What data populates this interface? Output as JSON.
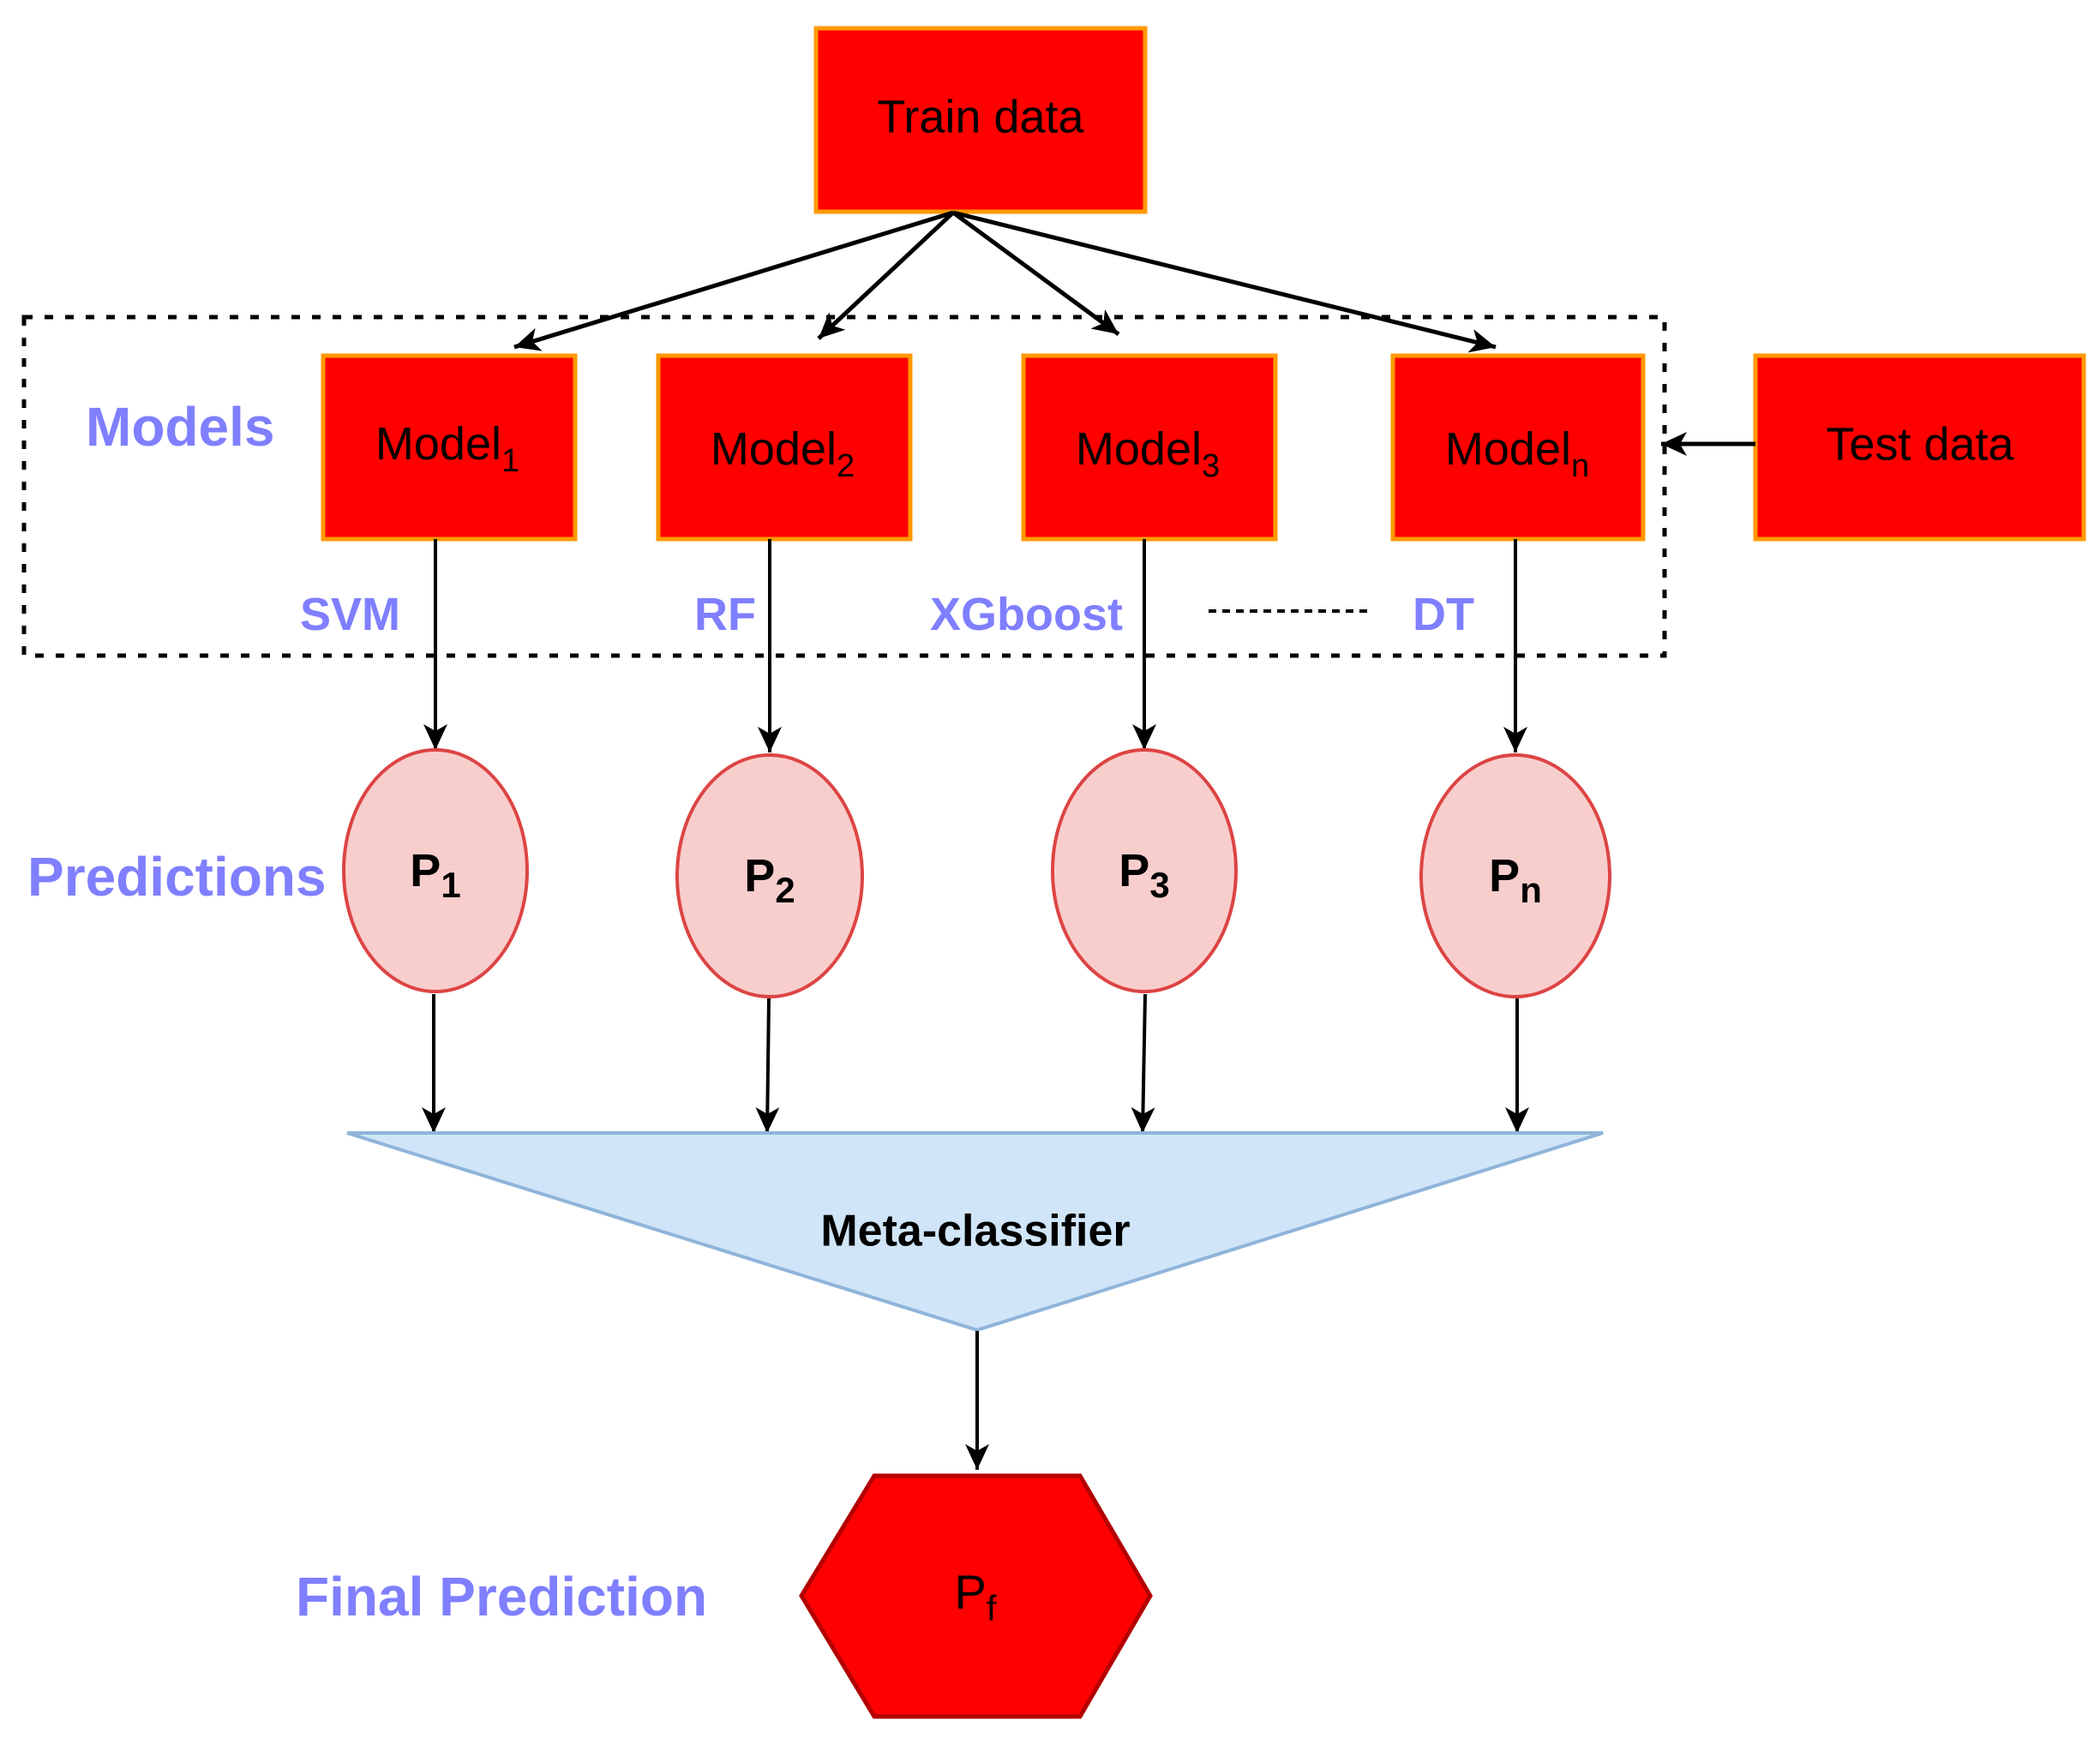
{
  "colors": {
    "box_fill": "#ff0000",
    "box_stroke": "#ff9900",
    "ellipse_fill": "#f8cecc",
    "ellipse_stroke": "#dd4444",
    "triangle_fill": "#d0e5f8",
    "triangle_stroke": "#8fb4d9",
    "label_color": "#7f7fff"
  },
  "train": {
    "label": "Train data"
  },
  "test": {
    "label": "Test data"
  },
  "section_labels": {
    "models": "Models",
    "predictions": "Predictions",
    "final": "Final Prediction"
  },
  "models": [
    {
      "base": "Model",
      "sub": "1",
      "algo": "SVM"
    },
    {
      "base": "Model",
      "sub": "2",
      "algo": "RF"
    },
    {
      "base": "Model",
      "sub": "3",
      "algo": "XGboost"
    },
    {
      "base": "Model",
      "sub": "n",
      "algo": "DT"
    }
  ],
  "predictions": [
    {
      "base": "P",
      "sub": "1"
    },
    {
      "base": "P",
      "sub": "2"
    },
    {
      "base": "P",
      "sub": "3"
    },
    {
      "base": "P",
      "sub": "n"
    }
  ],
  "meta": {
    "label": "Meta-classifier"
  },
  "final": {
    "base": "P",
    "sub": "f"
  }
}
